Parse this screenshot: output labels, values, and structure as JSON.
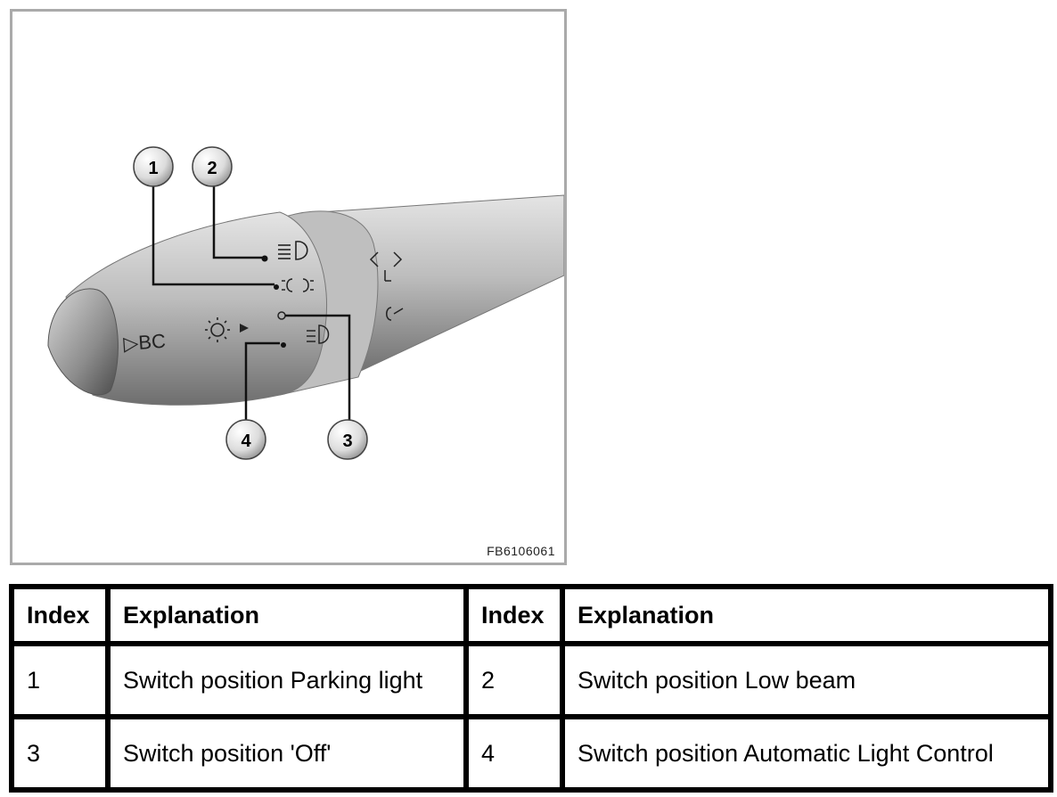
{
  "figure": {
    "code": "FB6106061",
    "callouts": [
      "1",
      "2",
      "3",
      "4"
    ],
    "stalk_text": "▷BC"
  },
  "table": {
    "headers": [
      "Index",
      "Explanation",
      "Index",
      "Explanation"
    ],
    "rows": [
      [
        "1",
        "Switch position Parking light",
        "2",
        "Switch position Low beam"
      ],
      [
        "3",
        "Switch position 'Off'",
        "4",
        "Switch position Automatic Light Control"
      ]
    ]
  }
}
